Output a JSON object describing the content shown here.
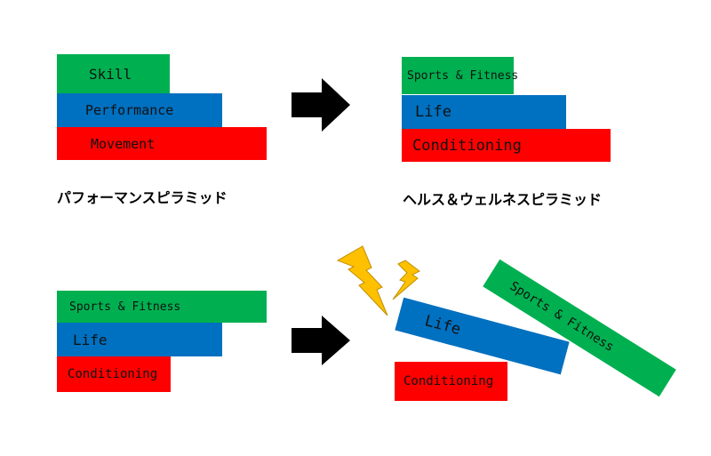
{
  "top_left": {
    "title": "パフォーマンスピラミッド",
    "layers": [
      "Skill",
      "Performance",
      "Movement"
    ]
  },
  "top_right": {
    "title": "ヘルス＆ウェルネスピラミッド",
    "layers": [
      "Sports & Fitness",
      "Life",
      "Conditioning"
    ]
  },
  "bottom_left": {
    "layers": [
      "Sports & Fitness",
      "Life",
      "Conditioning"
    ]
  },
  "bottom_right": {
    "layers": [
      "Sports & Fitness",
      "Life",
      "Conditioning"
    ]
  },
  "colors": {
    "green": "#00b050",
    "blue": "#0070c0",
    "red": "#ff0000",
    "bolt": "#ffc000"
  }
}
